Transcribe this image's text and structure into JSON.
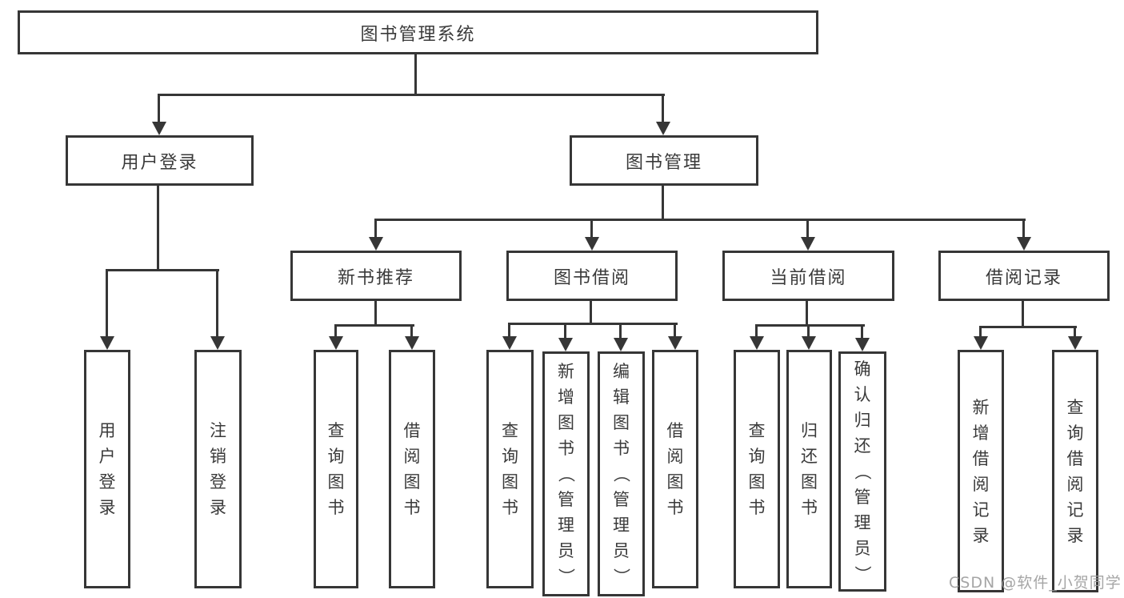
{
  "tree": {
    "root": "图书管理系统",
    "branches": [
      {
        "label": "用户登录",
        "leaves": [
          "用户登录",
          "注销登录"
        ]
      },
      {
        "label": "图书管理",
        "sections": [
          {
            "label": "新书推荐",
            "leaves": [
              "查询图书",
              "借阅图书"
            ]
          },
          {
            "label": "图书借阅",
            "leaves": [
              "查询图书",
              "新增图书（管理员）",
              "编辑图书（管理员）",
              "借阅图书"
            ]
          },
          {
            "label": "当前借阅",
            "leaves": [
              "查询图书",
              "归还图书",
              "确认归还（管理员）"
            ]
          },
          {
            "label": "借阅记录",
            "leaves": [
              "新增借阅记录",
              "查询借阅记录"
            ]
          }
        ]
      }
    ]
  },
  "watermark": "CSDN @软件_小贺同学",
  "colors": {
    "line": "#363636",
    "text": "#3a3a3a",
    "background": "#ffffff",
    "watermark": "#9b9b9b"
  }
}
